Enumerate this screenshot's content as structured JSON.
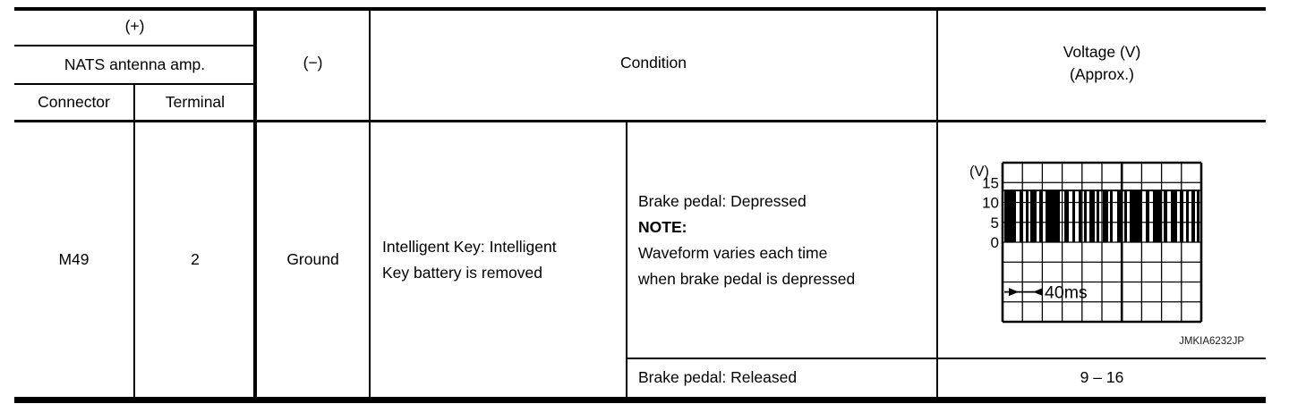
{
  "table": {
    "header": {
      "plus": "(+)",
      "nats": "NATS antenna amp.",
      "connector": "Connector",
      "terminal": "Terminal",
      "minus": "(−)",
      "condition": "Condition",
      "voltage_line1": "Voltage (V)",
      "voltage_line2": "(Approx.)"
    },
    "row": {
      "connector": "M49",
      "terminal": "2",
      "minus": "Ground",
      "key_condition": "Intelligent Key: Intelligent\nKey battery is removed",
      "sub_rows": [
        {
          "condition": "Brake pedal: Depressed",
          "note_label": "NOTE:",
          "note_text": "Waveform varies each time\nwhen brake pedal is depressed",
          "result_type": "waveform"
        },
        {
          "condition": "Brake pedal: Released",
          "result": "9 – 16"
        }
      ]
    }
  },
  "chart_data": {
    "type": "line",
    "title": "",
    "xlabel": "time (40ms per marked span)",
    "ylabel": "(V)",
    "y_ticks": [
      "15",
      "10",
      "5",
      "0"
    ],
    "y_tick_values": [
      15,
      10,
      5,
      0
    ],
    "volts_per_division": 5,
    "time_marker_label": "40ms",
    "caption": "JMKIA6232JP",
    "high_level_v": 13,
    "low_level_v": 0,
    "grid": {
      "columns": 10,
      "rows": 8,
      "thick_column_index": 6,
      "zero_row_index": 4,
      "marker_row_index": 6
    },
    "pulses": [
      [
        2,
        13
      ],
      [
        19,
        4
      ],
      [
        26,
        3
      ],
      [
        31,
        7
      ],
      [
        41,
        3
      ],
      [
        48,
        16
      ],
      [
        69,
        5
      ],
      [
        78,
        3
      ],
      [
        85,
        3
      ],
      [
        91,
        3
      ],
      [
        97,
        6
      ],
      [
        105,
        3
      ],
      [
        112,
        6
      ],
      [
        120,
        3
      ],
      [
        128,
        4
      ],
      [
        136,
        3
      ],
      [
        142,
        14
      ],
      [
        160,
        4
      ],
      [
        168,
        9
      ],
      [
        180,
        4
      ],
      [
        188,
        7
      ],
      [
        198,
        4
      ],
      [
        205,
        3
      ],
      [
        211,
        4
      ],
      [
        217,
        3
      ]
    ]
  }
}
